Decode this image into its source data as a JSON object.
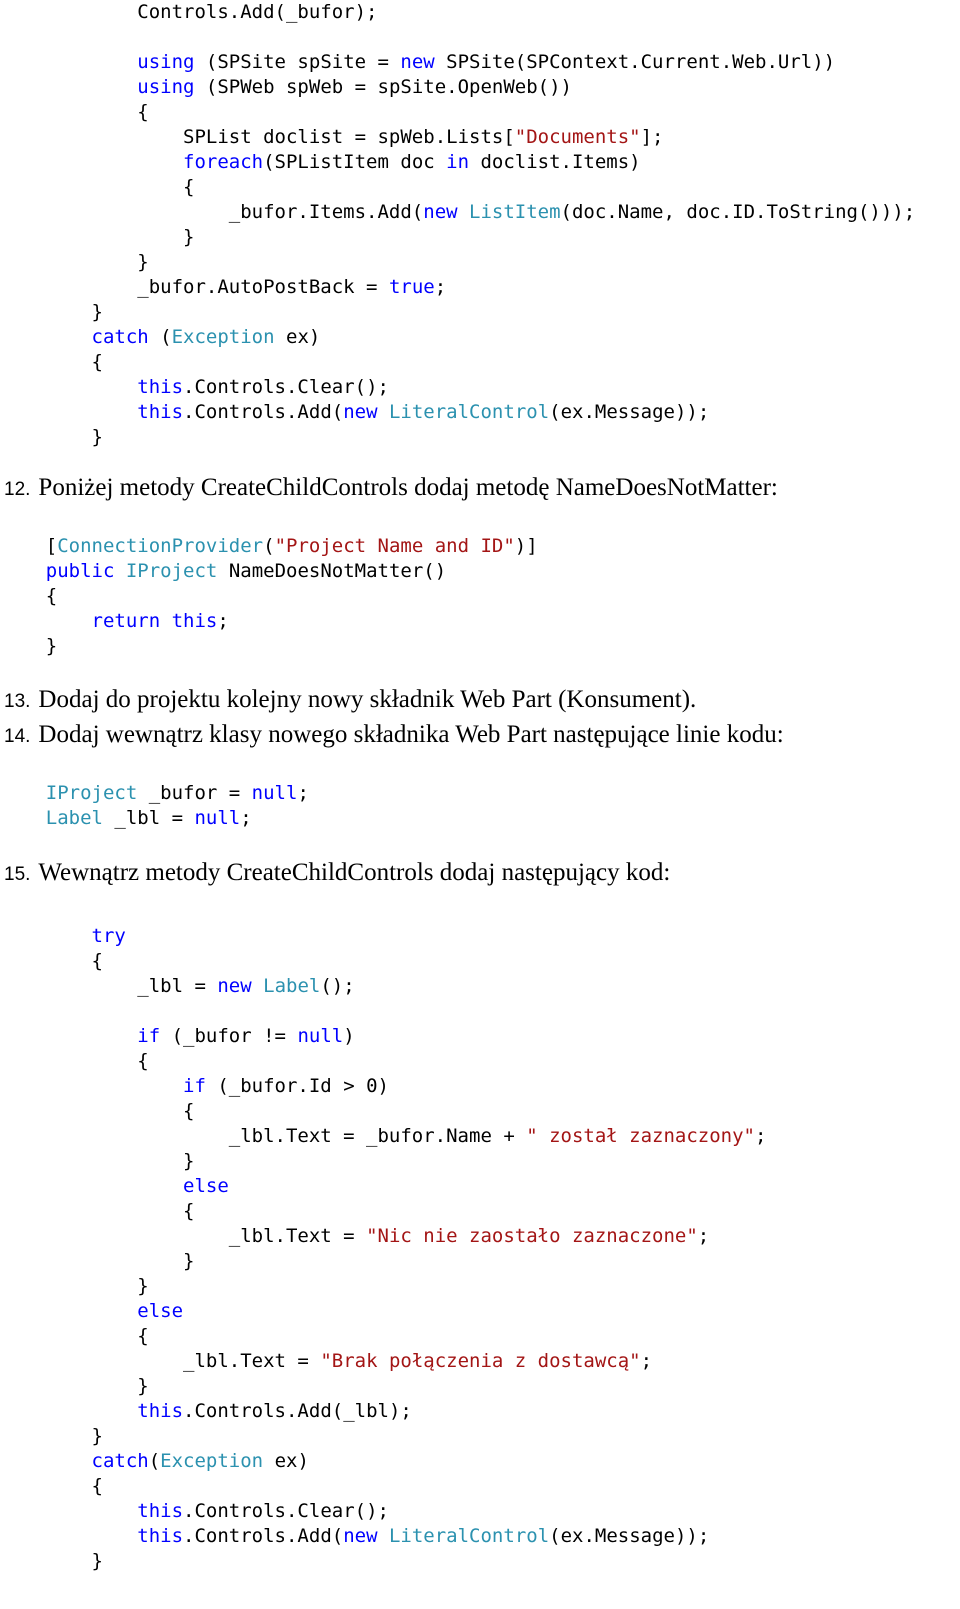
{
  "colors": {
    "keyword": "#0000ff",
    "type": "#2b91af",
    "string": "#a31515",
    "plain": "#000000",
    "background": "#ffffff"
  },
  "code_block_1": [
    {
      "indent": "            ",
      "tokens": [
        [
          "pl",
          "Controls.Add(_bufor);"
        ]
      ]
    },
    {
      "indent": "",
      "tokens": []
    },
    {
      "indent": "            ",
      "tokens": [
        [
          "kw",
          "using"
        ],
        [
          "pl",
          " (SPSite spSite = "
        ],
        [
          "kw",
          "new"
        ],
        [
          "pl",
          " SPSite(SPContext.Current.Web.Url))"
        ]
      ]
    },
    {
      "indent": "            ",
      "tokens": [
        [
          "kw",
          "using"
        ],
        [
          "pl",
          " (SPWeb spWeb = spSite.OpenWeb())"
        ]
      ]
    },
    {
      "indent": "            ",
      "tokens": [
        [
          "pl",
          "{"
        ]
      ]
    },
    {
      "indent": "                ",
      "tokens": [
        [
          "pl",
          "SPList doclist = spWeb.Lists["
        ],
        [
          "str",
          "\"Documents\""
        ],
        [
          "pl",
          "];"
        ]
      ]
    },
    {
      "indent": "                ",
      "tokens": [
        [
          "kw",
          "foreach"
        ],
        [
          "pl",
          "(SPListItem doc "
        ],
        [
          "kw",
          "in"
        ],
        [
          "pl",
          " doclist.Items)"
        ]
      ]
    },
    {
      "indent": "                ",
      "tokens": [
        [
          "pl",
          "{"
        ]
      ]
    },
    {
      "indent": "                    ",
      "tokens": [
        [
          "pl",
          "_bufor.Items.Add("
        ],
        [
          "kw",
          "new"
        ],
        [
          "pl",
          " "
        ],
        [
          "ty",
          "ListItem"
        ],
        [
          "pl",
          "(doc.Name, doc.ID.ToString()));"
        ]
      ]
    },
    {
      "indent": "                ",
      "tokens": [
        [
          "pl",
          "}"
        ]
      ]
    },
    {
      "indent": "            ",
      "tokens": [
        [
          "pl",
          "}"
        ]
      ]
    },
    {
      "indent": "            ",
      "tokens": [
        [
          "pl",
          "_bufor.AutoPostBack = "
        ],
        [
          "kw",
          "true"
        ],
        [
          "pl",
          ";"
        ]
      ]
    },
    {
      "indent": "        ",
      "tokens": [
        [
          "pl",
          "}"
        ]
      ]
    },
    {
      "indent": "        ",
      "tokens": [
        [
          "kw",
          "catch"
        ],
        [
          "pl",
          " ("
        ],
        [
          "ty",
          "Exception"
        ],
        [
          "pl",
          " ex)"
        ]
      ]
    },
    {
      "indent": "        ",
      "tokens": [
        [
          "pl",
          "{"
        ]
      ]
    },
    {
      "indent": "            ",
      "tokens": [
        [
          "kw",
          "this"
        ],
        [
          "pl",
          ".Controls.Clear();"
        ]
      ]
    },
    {
      "indent": "            ",
      "tokens": [
        [
          "kw",
          "this"
        ],
        [
          "pl",
          ".Controls.Add("
        ],
        [
          "kw",
          "new"
        ],
        [
          "pl",
          " "
        ],
        [
          "ty",
          "LiteralControl"
        ],
        [
          "pl",
          "(ex.Message));"
        ]
      ]
    },
    {
      "indent": "        ",
      "tokens": [
        [
          "pl",
          "}"
        ]
      ]
    }
  ],
  "step_12": {
    "num": "12.",
    "text": "Poniżej metody CreateChildControls dodaj metodę NameDoesNotMatter:"
  },
  "code_block_2": [
    {
      "indent": "    ",
      "tokens": [
        [
          "pl",
          "["
        ],
        [
          "ty",
          "ConnectionProvider"
        ],
        [
          "pl",
          "("
        ],
        [
          "str",
          "\"Project Name and ID\""
        ],
        [
          "pl",
          ")]"
        ]
      ]
    },
    {
      "indent": "    ",
      "tokens": [
        [
          "kw",
          "public"
        ],
        [
          "pl",
          " "
        ],
        [
          "ty",
          "IProject"
        ],
        [
          "pl",
          " NameDoesNotMatter()"
        ]
      ]
    },
    {
      "indent": "    ",
      "tokens": [
        [
          "pl",
          "{"
        ]
      ]
    },
    {
      "indent": "        ",
      "tokens": [
        [
          "kw",
          "return"
        ],
        [
          "pl",
          " "
        ],
        [
          "kw",
          "this"
        ],
        [
          "pl",
          ";"
        ]
      ]
    },
    {
      "indent": "    ",
      "tokens": [
        [
          "pl",
          "}"
        ]
      ]
    }
  ],
  "step_13": {
    "num": "13.",
    "text": "Dodaj do projektu kolejny nowy składnik Web Part (Konsument)."
  },
  "step_14": {
    "num": "14.",
    "text": "Dodaj wewnątrz klasy nowego składnika Web Part następujące linie kodu:"
  },
  "code_block_3": [
    {
      "indent": "    ",
      "tokens": [
        [
          "ty",
          "IProject"
        ],
        [
          "pl",
          " _bufor = "
        ],
        [
          "kw",
          "null"
        ],
        [
          "pl",
          ";"
        ]
      ]
    },
    {
      "indent": "    ",
      "tokens": [
        [
          "ty",
          "Label"
        ],
        [
          "pl",
          " _lbl = "
        ],
        [
          "kw",
          "null"
        ],
        [
          "pl",
          ";"
        ]
      ]
    }
  ],
  "step_15": {
    "num": "15.",
    "text": "Wewnątrz metody CreateChildControls dodaj następujący kod:"
  },
  "code_block_4": [
    {
      "indent": "        ",
      "tokens": [
        [
          "kw",
          "try"
        ]
      ]
    },
    {
      "indent": "        ",
      "tokens": [
        [
          "pl",
          "{"
        ]
      ]
    },
    {
      "indent": "            ",
      "tokens": [
        [
          "pl",
          "_lbl = "
        ],
        [
          "kw",
          "new"
        ],
        [
          "pl",
          " "
        ],
        [
          "ty",
          "Label"
        ],
        [
          "pl",
          "();"
        ]
      ]
    },
    {
      "indent": "",
      "tokens": []
    },
    {
      "indent": "            ",
      "tokens": [
        [
          "kw",
          "if"
        ],
        [
          "pl",
          " (_bufor != "
        ],
        [
          "kw",
          "null"
        ],
        [
          "pl",
          ")"
        ]
      ]
    },
    {
      "indent": "            ",
      "tokens": [
        [
          "pl",
          "{"
        ]
      ]
    },
    {
      "indent": "                ",
      "tokens": [
        [
          "kw",
          "if"
        ],
        [
          "pl",
          " (_bufor.Id > 0)"
        ]
      ]
    },
    {
      "indent": "                ",
      "tokens": [
        [
          "pl",
          "{"
        ]
      ]
    },
    {
      "indent": "                    ",
      "tokens": [
        [
          "pl",
          "_lbl.Text = _bufor.Name + "
        ],
        [
          "str",
          "\" został zaznaczony\""
        ],
        [
          "pl",
          ";"
        ]
      ]
    },
    {
      "indent": "                ",
      "tokens": [
        [
          "pl",
          "}"
        ]
      ]
    },
    {
      "indent": "                ",
      "tokens": [
        [
          "kw",
          "else"
        ]
      ]
    },
    {
      "indent": "                ",
      "tokens": [
        [
          "pl",
          "{"
        ]
      ]
    },
    {
      "indent": "                    ",
      "tokens": [
        [
          "pl",
          "_lbl.Text = "
        ],
        [
          "str",
          "\"Nic nie zaostało zaznaczone\""
        ],
        [
          "pl",
          ";"
        ]
      ]
    },
    {
      "indent": "                ",
      "tokens": [
        [
          "pl",
          "}"
        ]
      ]
    },
    {
      "indent": "            ",
      "tokens": [
        [
          "pl",
          "}"
        ]
      ]
    },
    {
      "indent": "            ",
      "tokens": [
        [
          "kw",
          "else"
        ]
      ]
    },
    {
      "indent": "            ",
      "tokens": [
        [
          "pl",
          "{"
        ]
      ]
    },
    {
      "indent": "                ",
      "tokens": [
        [
          "pl",
          "_lbl.Text = "
        ],
        [
          "str",
          "\"Brak połączenia z dostawcą\""
        ],
        [
          "pl",
          ";"
        ]
      ]
    },
    {
      "indent": "            ",
      "tokens": [
        [
          "pl",
          "}"
        ]
      ]
    },
    {
      "indent": "            ",
      "tokens": [
        [
          "kw",
          "this"
        ],
        [
          "pl",
          ".Controls.Add(_lbl);"
        ]
      ]
    },
    {
      "indent": "        ",
      "tokens": [
        [
          "pl",
          "}"
        ]
      ]
    },
    {
      "indent": "        ",
      "tokens": [
        [
          "kw",
          "catch"
        ],
        [
          "pl",
          "("
        ],
        [
          "ty",
          "Exception"
        ],
        [
          "pl",
          " ex)"
        ]
      ]
    },
    {
      "indent": "        ",
      "tokens": [
        [
          "pl",
          "{"
        ]
      ]
    },
    {
      "indent": "            ",
      "tokens": [
        [
          "kw",
          "this"
        ],
        [
          "pl",
          ".Controls.Clear();"
        ]
      ]
    },
    {
      "indent": "            ",
      "tokens": [
        [
          "kw",
          "this"
        ],
        [
          "pl",
          ".Controls.Add("
        ],
        [
          "kw",
          "new"
        ],
        [
          "pl",
          " "
        ],
        [
          "ty",
          "LiteralControl"
        ],
        [
          "pl",
          "(ex.Message));"
        ]
      ]
    },
    {
      "indent": "        ",
      "tokens": [
        [
          "pl",
          "}"
        ]
      ]
    }
  ]
}
